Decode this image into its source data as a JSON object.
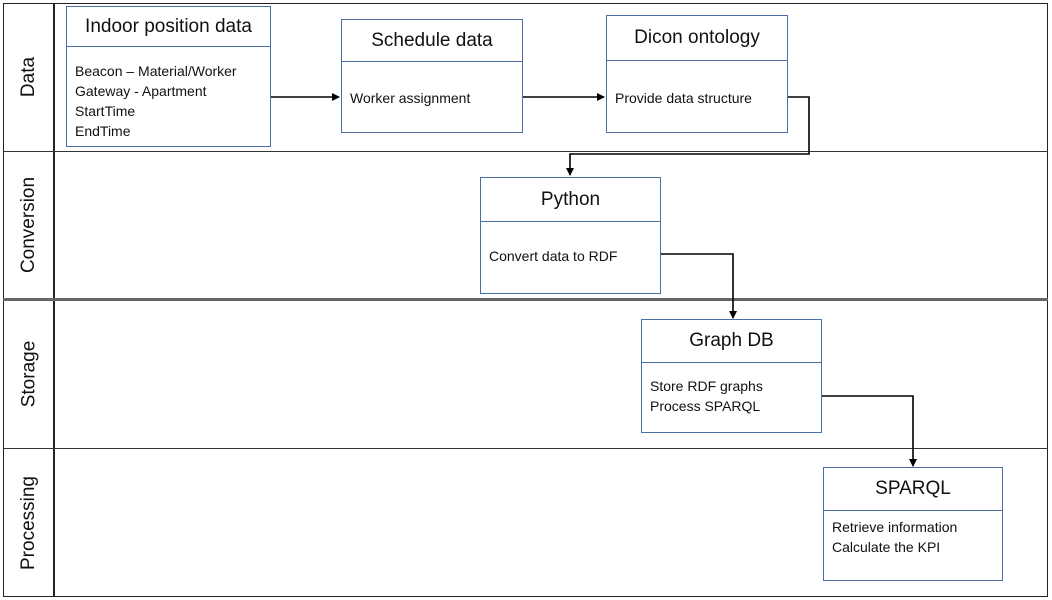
{
  "lanes": [
    "Data",
    "Conversion",
    "Storage",
    "Processing"
  ],
  "boxes": {
    "indoor": {
      "title": "Indoor position data",
      "lines": [
        "Beacon – Material/Worker",
        "Gateway - Apartment",
        "StartTime",
        "EndTime"
      ]
    },
    "schedule": {
      "title": "Schedule data",
      "lines": [
        "Worker assignment"
      ]
    },
    "dicon": {
      "title": "Dicon ontology",
      "lines": [
        "Provide data structure"
      ]
    },
    "python": {
      "title": "Python",
      "lines": [
        "Convert data to RDF"
      ]
    },
    "graphdb": {
      "title": "Graph DB",
      "lines": [
        "Store RDF graphs",
        "Process SPARQL"
      ]
    },
    "sparql": {
      "title": "SPARQL",
      "lines": [
        "Retrieve information",
        "Calculate the KPI"
      ]
    }
  },
  "colors": {
    "box_border": "#4a6fa5",
    "lane_border": "#222222",
    "arrow": "#000000"
  }
}
